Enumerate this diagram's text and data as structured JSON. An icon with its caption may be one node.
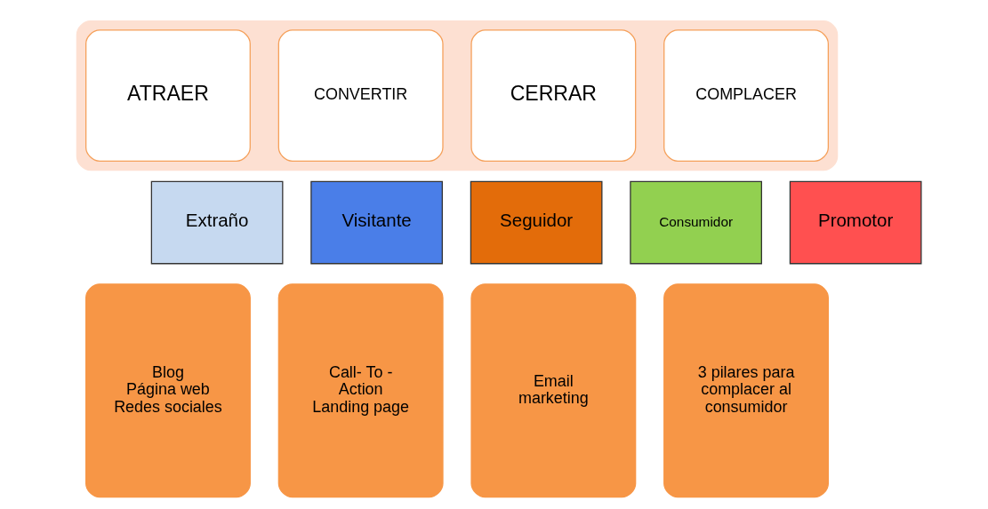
{
  "diagram": {
    "nodes": [
      {
        "text": [],
        "shape": "box"
      },
      {
        "text": [
          "ATRAER"
        ],
        "in": 0
      },
      {
        "text": [
          "CONVERTIR"
        ],
        "in": 0
      },
      {
        "text": [
          "CERRAR"
        ],
        "in": 0
      },
      {
        "text": [
          "COMPLACER"
        ],
        "in": 0
      },
      {
        "text": [
          "Extraño"
        ]
      },
      {
        "text": [
          "Visitante"
        ]
      },
      {
        "text": [
          "Seguidor"
        ]
      },
      {
        "text": [
          "Consumidor"
        ]
      },
      {
        "text": [
          "Promotor"
        ]
      },
      {
        "text": [
          "Blog",
          "Página web",
          "Redes sociales"
        ]
      },
      {
        "text": [
          "Call- To - Action",
          "Landing page"
        ]
      },
      {
        "text": [
          "Email marketing"
        ]
      },
      {
        "text": [
          "3 pilares para complacer al consumidor"
        ]
      }
    ]
  }
}
